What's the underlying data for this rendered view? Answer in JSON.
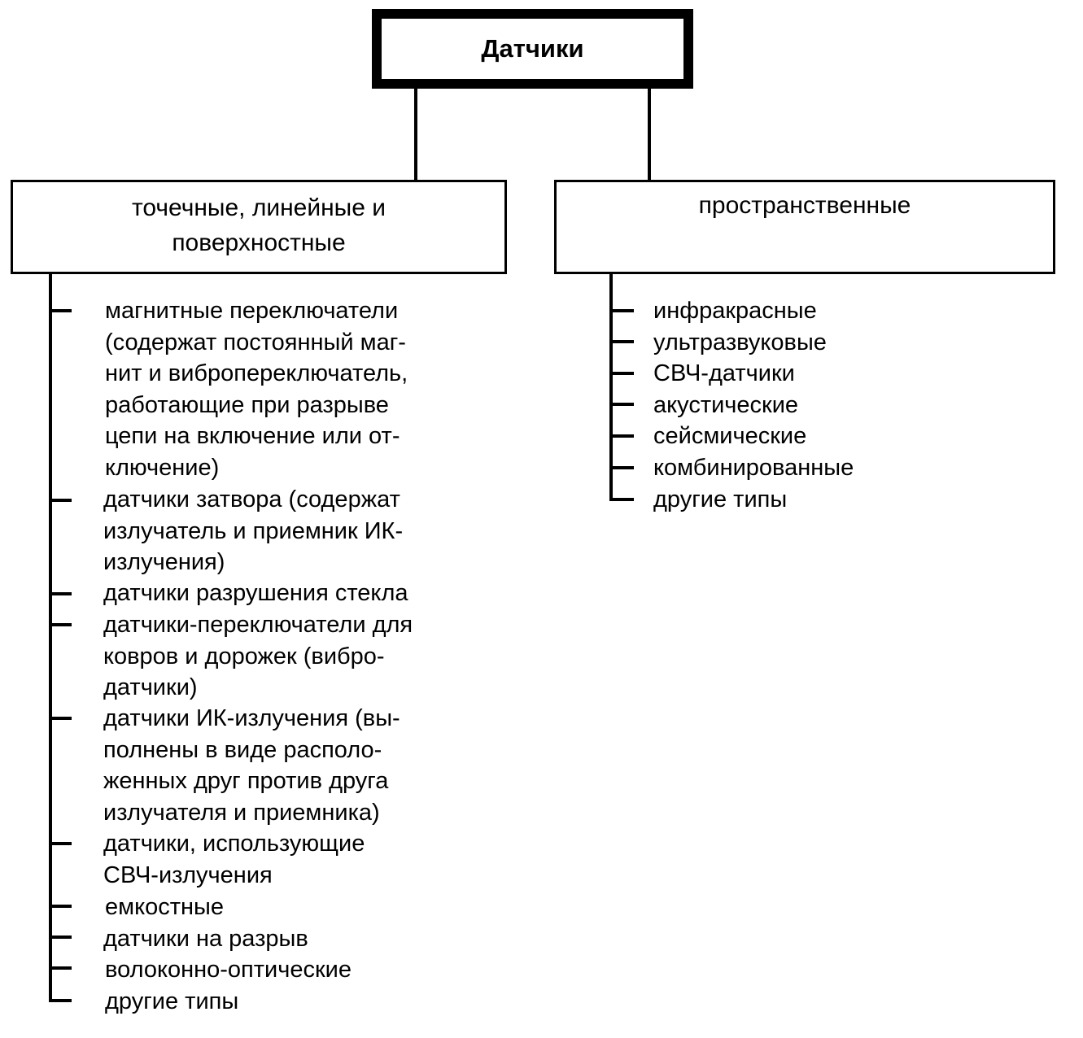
{
  "root": {
    "label": "Датчики"
  },
  "categories": [
    {
      "label": "точечные, линейные  и\nповерхностные",
      "items": [
        "магнитные переключатели\n(содержат постоянный маг-\nнит и вибропереключатель,\nработающие при разрыве\nцепи на включение или от-\nключение)",
        "датчики затвора (содержат\nизлучатель и приемник ИК-\nизлучения)",
        "датчики разрушения стекла",
        "датчики-переключатели для\nковров и дорожек (вибро-\nдатчики)",
        "датчики ИК-излучения (вы-\nполнены в виде располо-\nженных друг против друга\nизлучателя и приемника)",
        "датчики, использующие\nСВЧ-излучения",
        "емкостные",
        "датчики на разрыв",
        "волоконно-оптические",
        "другие типы"
      ]
    },
    {
      "label": "пространственные",
      "items": [
        "инфракрасные",
        "ультразвуковые",
        "СВЧ-датчики",
        "акустические",
        "сейсмические",
        "комбинированные",
        "другие типы"
      ]
    }
  ],
  "colors": {
    "line": "#000000",
    "background": "#ffffff"
  }
}
